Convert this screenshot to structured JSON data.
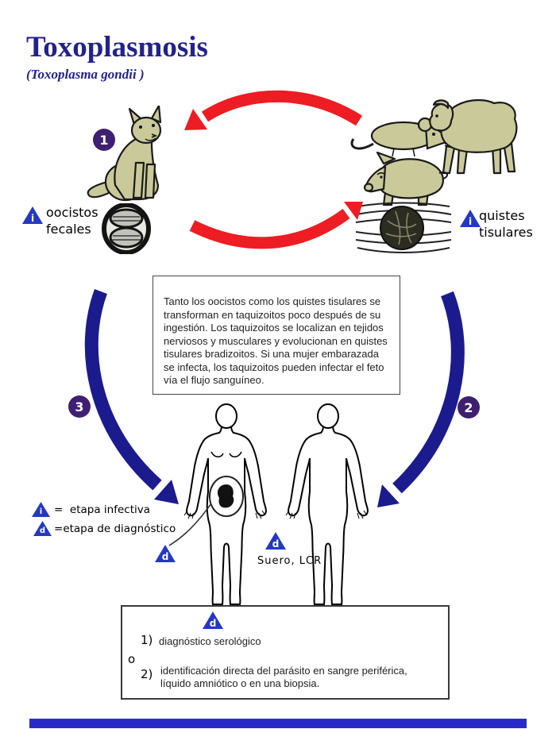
{
  "title": {
    "text": "Toxoplasmosis",
    "subtitle": "(Toxoplasma gondii )"
  },
  "steps": {
    "cat_badge": "1",
    "right_badge": "2",
    "left_badge": "3"
  },
  "icons": {
    "infective_letter": "i",
    "diagnosis_letter": "d",
    "names": [
      "infective-stage-icon",
      "diagnosis-stage-icon",
      "cat-illustration",
      "mouse-illustration",
      "sheep-illustration",
      "pig-illustration",
      "oocyst-illustration",
      "tissue-cyst-illustration",
      "pregnant-woman-illustration",
      "man-illustration",
      "red-cycle-arrows",
      "blue-transmission-arrows"
    ]
  },
  "labels": {
    "oocysts_line1": "oocistos",
    "oocysts_line2": "fecales",
    "cysts_line1": "quistes",
    "cysts_line2": "tisulares",
    "serum": "Suero, LCR"
  },
  "legend": {
    "equals": "=",
    "infective": "etapa infectiva",
    "diagnosis": "etapa de diagnóstico"
  },
  "description_box": {
    "text": "Tanto los oocistos como los quistes tisulares se transforman en taquizoitos poco después de su ingestión. Los taquizoitos se localizan en tejidos nerviosos y musculares y evolucionan en quistes tisulares bradizoitos. Si una mujer embarazada se infecta, los taquizoitos pueden infectar el feto vía el flujo sanguíneo."
  },
  "diagnosis_box": {
    "item1_num": "1)",
    "item1": "diagnóstico serológico",
    "or": "o",
    "item2_num": "2)",
    "item2_line1": "identificación directa del parásito en sangre periférica,",
    "item2_line2": "líquido amniótico o en una biopsia."
  },
  "colors": {
    "title_blue": "#22228e",
    "arrow_red": "#ee1c23",
    "arrow_navy": "#1b1b8e",
    "badge_purple": "#3e1f70",
    "triangle_blue": "#2438c3",
    "animal_tan": "#c9c99a",
    "footer_bar_blue": "#2a2ac8"
  }
}
